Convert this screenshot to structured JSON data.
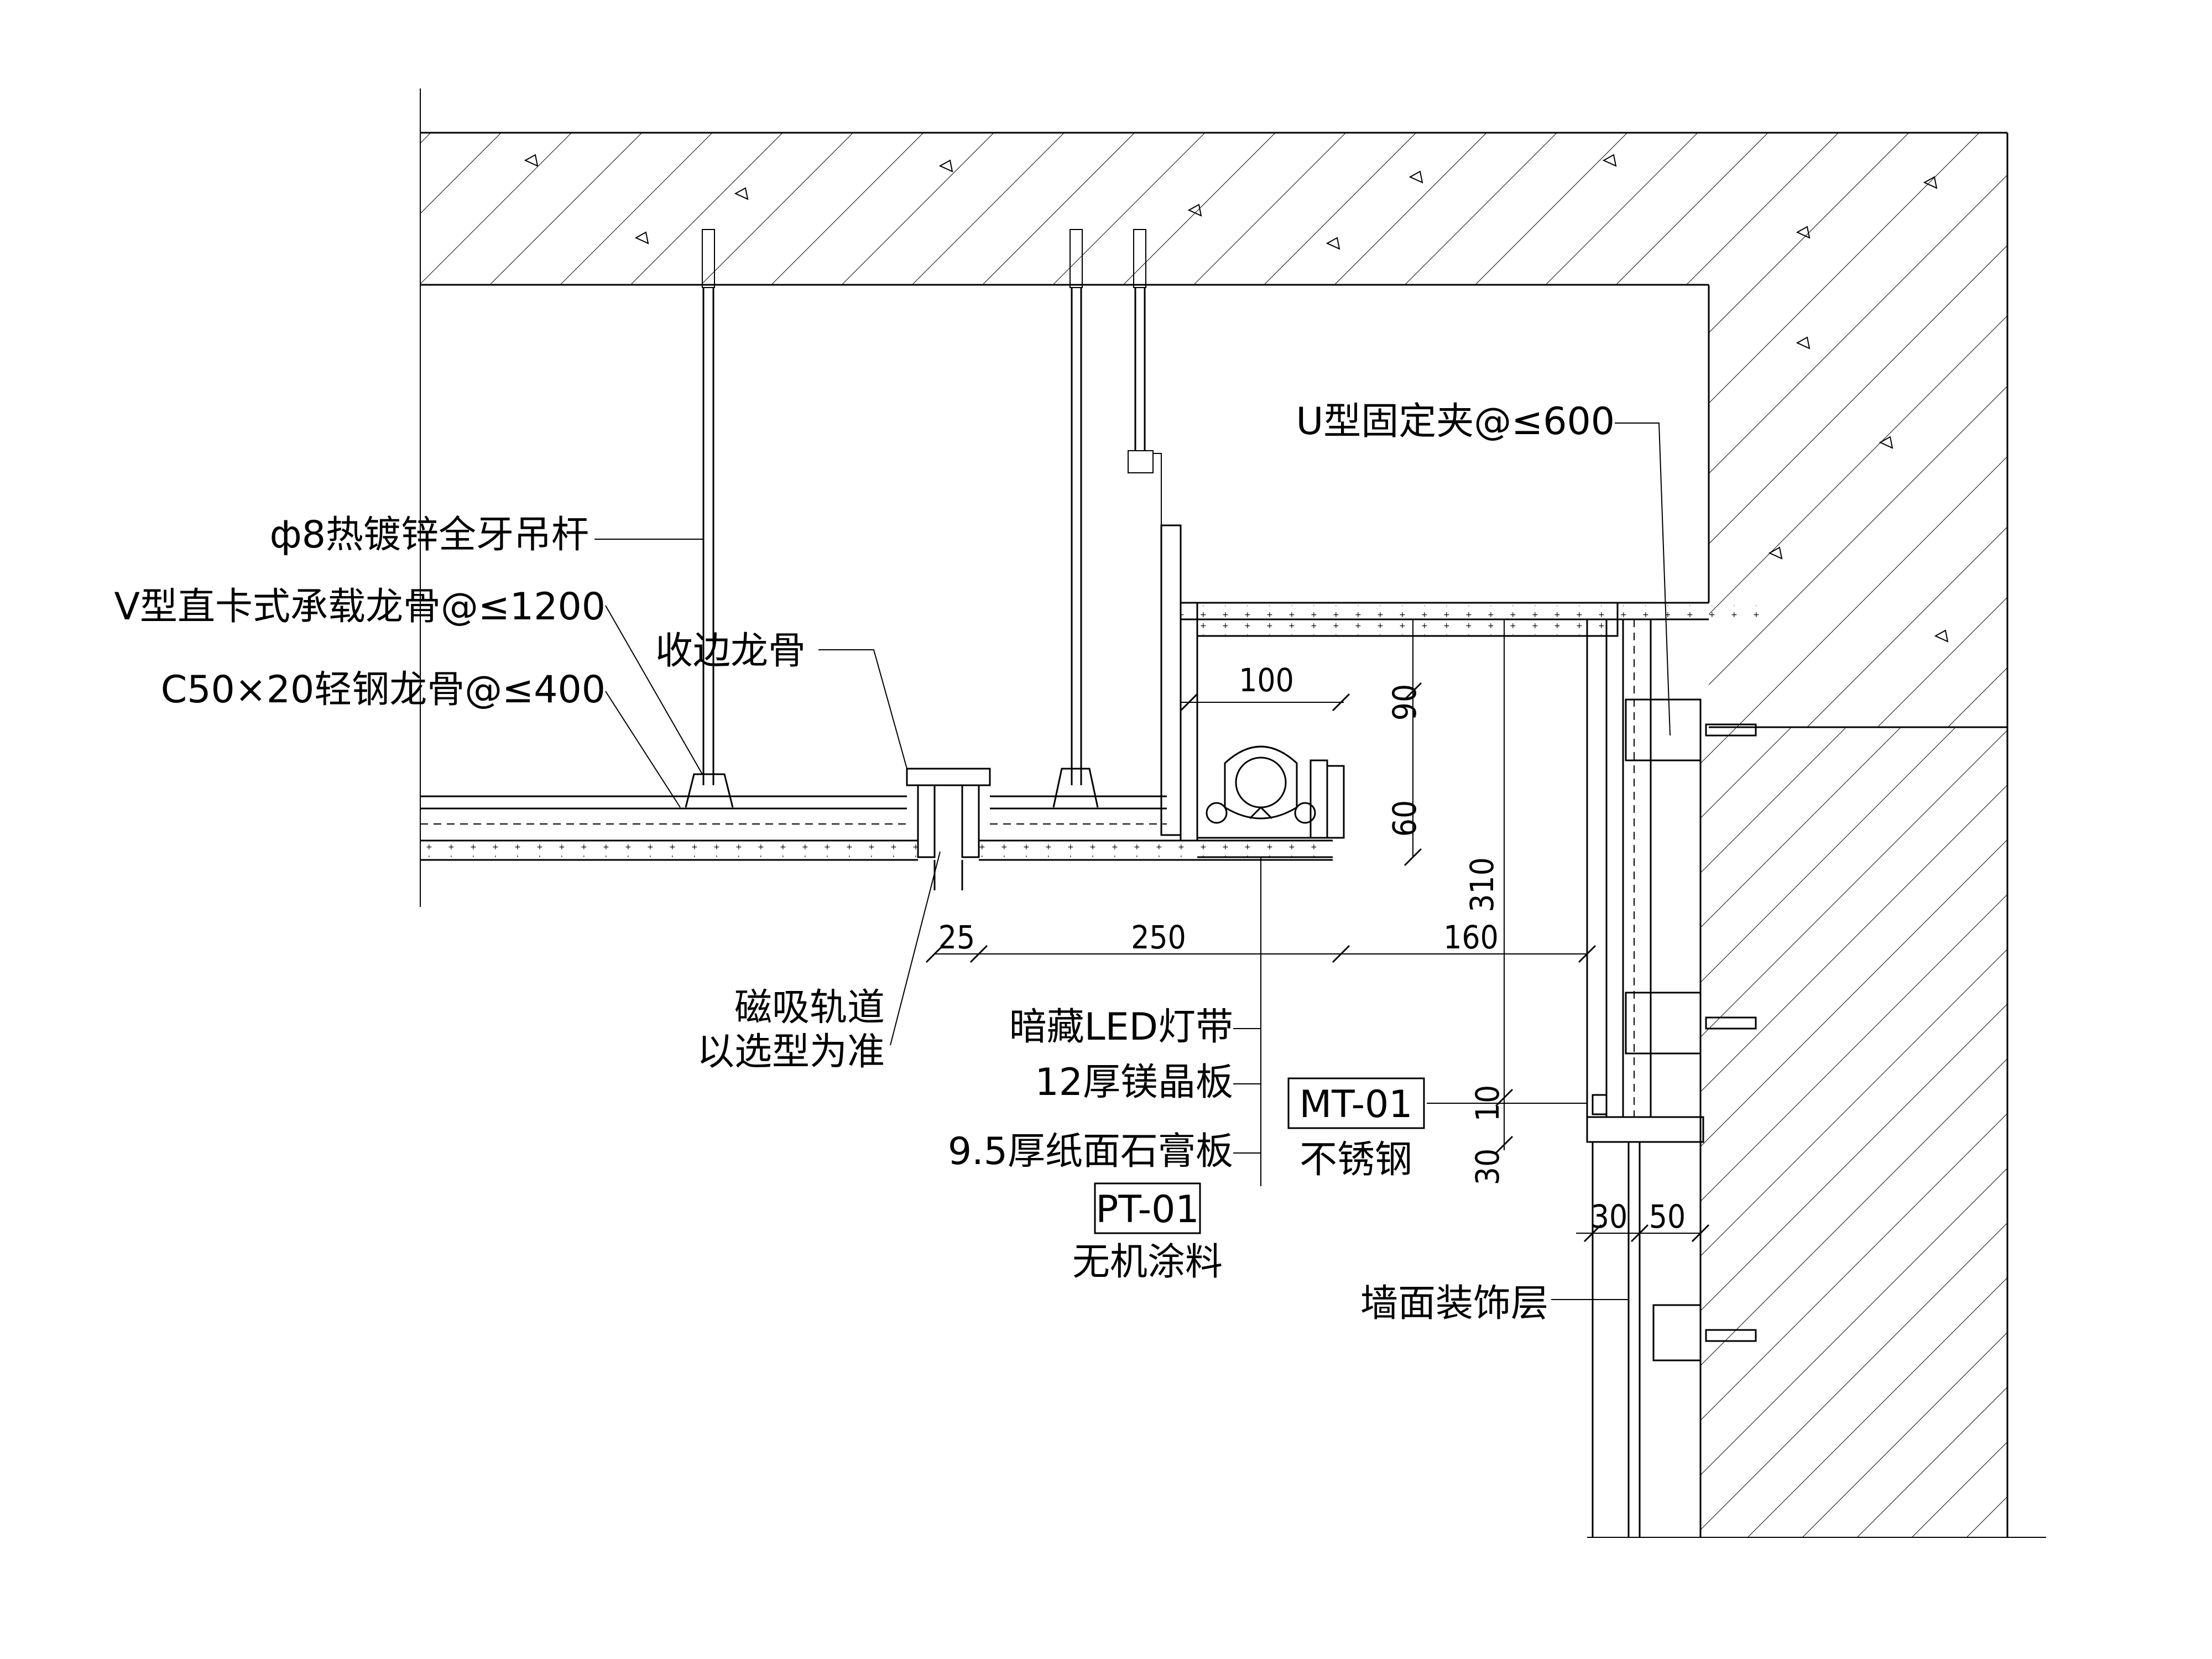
{
  "labels": {
    "hanger_rod": "ф8热镀锌全牙吊杆",
    "v_keel": "V型直卡式承载龙骨@≤1200",
    "c_keel": "C50×20轻钢龙骨@≤400",
    "edge_keel": "收边龙骨",
    "u_clip": "U型固定夹@≤600",
    "magnetic_track_1": "磁吸轨道",
    "magnetic_track_2": "以选型为准",
    "led_strip": "暗藏LED灯带",
    "mgo_board": "12厚镁晶板",
    "gypsum_board": "9.5厚纸面石膏板",
    "pt_code": "PT-01",
    "pt_name": "无机涂料",
    "mt_code": "MT-01",
    "mt_name": "不锈钢",
    "wall_finish": "墙面装饰层"
  },
  "dimensions": {
    "d100": "100",
    "d90": "90",
    "d60": "60",
    "d310": "310",
    "d25": "25",
    "d250": "250",
    "d160": "160",
    "d10": "10",
    "d30v": "30",
    "d30h": "30",
    "d50": "50"
  }
}
